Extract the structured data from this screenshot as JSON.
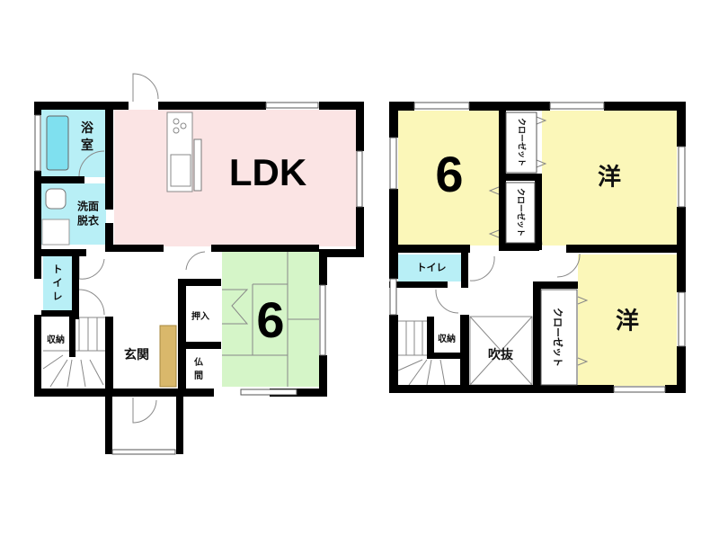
{
  "floor1": {
    "ldk": "LDK",
    "bath": [
      "浴",
      "室"
    ],
    "washroom": [
      "洗面",
      "脱衣"
    ],
    "toilet": [
      "ト",
      "イ",
      "レ"
    ],
    "storage": "収納",
    "entrance": "玄関",
    "oshiire": "押入",
    "butsuma": [
      "仏",
      "間"
    ],
    "tatami_room": "6"
  },
  "floor2": {
    "room_6": "6",
    "closets": [
      "クローゼット",
      "クローゼット",
      "クローゼット"
    ],
    "western_top": "洋",
    "western_bottom": "洋",
    "toilet": "トイレ",
    "storage": "収納",
    "atrium": "吹抜"
  },
  "colors": {
    "ldk": "#fbe4e4",
    "wet": "#b8eff6",
    "tatami": "#d5f5c8",
    "western": "#fbf7b9",
    "wood": "#d9b86b"
  }
}
